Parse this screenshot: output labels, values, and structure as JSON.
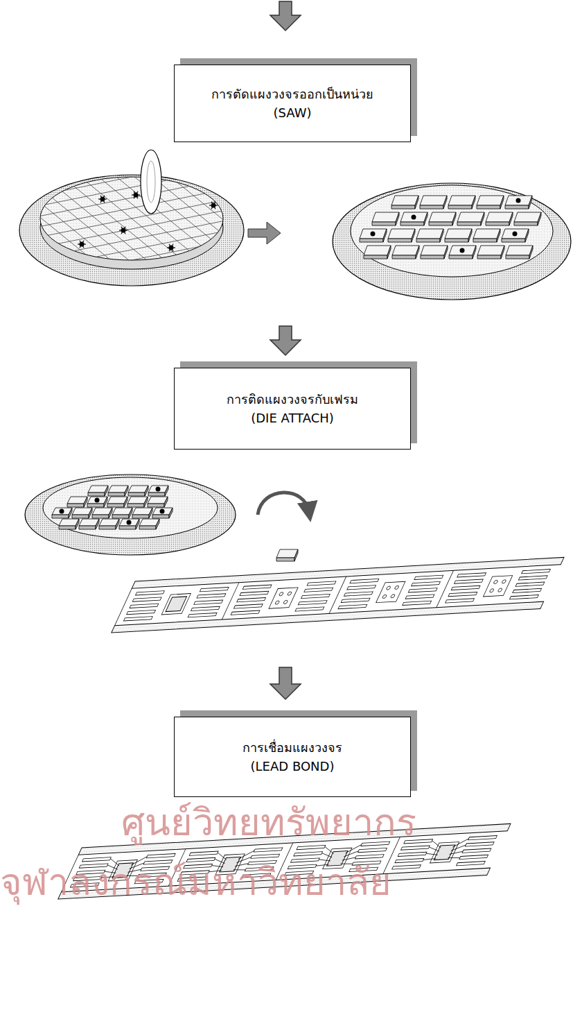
{
  "diagram": {
    "nodes": [
      {
        "text": [
          "การตัดแผงวงจรออกเป็นหน่วย",
          "(SAW)"
        ]
      },
      {
        "text": [
          "การติดแผงวงจรกับเฟรม",
          "(DIE ATTACH)"
        ]
      },
      {
        "text": [
          "การเชื่อมแผงวงจร",
          "(LEAD BOND)"
        ]
      }
    ],
    "labels": [
      "ศูนย์วิทยทรัพยากร",
      "จุฬาลงกรณ์มหาวิทยาลัย"
    ]
  }
}
